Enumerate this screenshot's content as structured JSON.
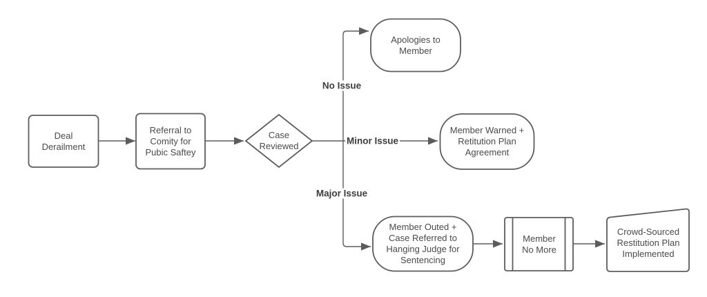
{
  "diagram": {
    "colors": {
      "background": "#ffffff",
      "shape_stroke": "#5c5c5c",
      "shape_fill": "#ffffff",
      "node_text": "#4a4a4a",
      "edge_label_text": "#3d3d3d"
    },
    "nodes": {
      "deal_derailment": {
        "label": "Deal\nDerailment",
        "shape": "process-rectangle"
      },
      "referral": {
        "label": "Referral to\nComity for\nPubic Saftey",
        "shape": "process-rectangle"
      },
      "case_reviewed": {
        "label": "Case\nReviewed",
        "shape": "decision-diamond"
      },
      "apologies": {
        "label": "Apologies to\nMember",
        "shape": "terminator"
      },
      "member_warned": {
        "label": "Member Warned +\nRetitution Plan\nAgreement",
        "shape": "terminator"
      },
      "member_outed": {
        "label": "Member Outed +\nCase Referred to\nHanging Judge for\nSentencing",
        "shape": "terminator"
      },
      "member_no_more": {
        "label": "Member\nNo More",
        "shape": "predefined-process"
      },
      "crowd_sourced": {
        "label": "Crowd-Sourced\nRestitution Plan\nImplemented",
        "shape": "manual-input"
      }
    },
    "edge_labels": {
      "no_issue": "No Issue",
      "minor_issue": "Minor Issue",
      "major_issue": "Major Issue"
    },
    "edges": [
      {
        "from": "deal_derailment",
        "to": "referral",
        "label": ""
      },
      {
        "from": "referral",
        "to": "case_reviewed",
        "label": ""
      },
      {
        "from": "case_reviewed",
        "to": "apologies",
        "label": "No Issue"
      },
      {
        "from": "case_reviewed",
        "to": "member_warned",
        "label": "Minor Issue"
      },
      {
        "from": "case_reviewed",
        "to": "member_outed",
        "label": "Major Issue"
      },
      {
        "from": "member_outed",
        "to": "member_no_more",
        "label": ""
      },
      {
        "from": "member_no_more",
        "to": "crowd_sourced",
        "label": ""
      }
    ]
  }
}
